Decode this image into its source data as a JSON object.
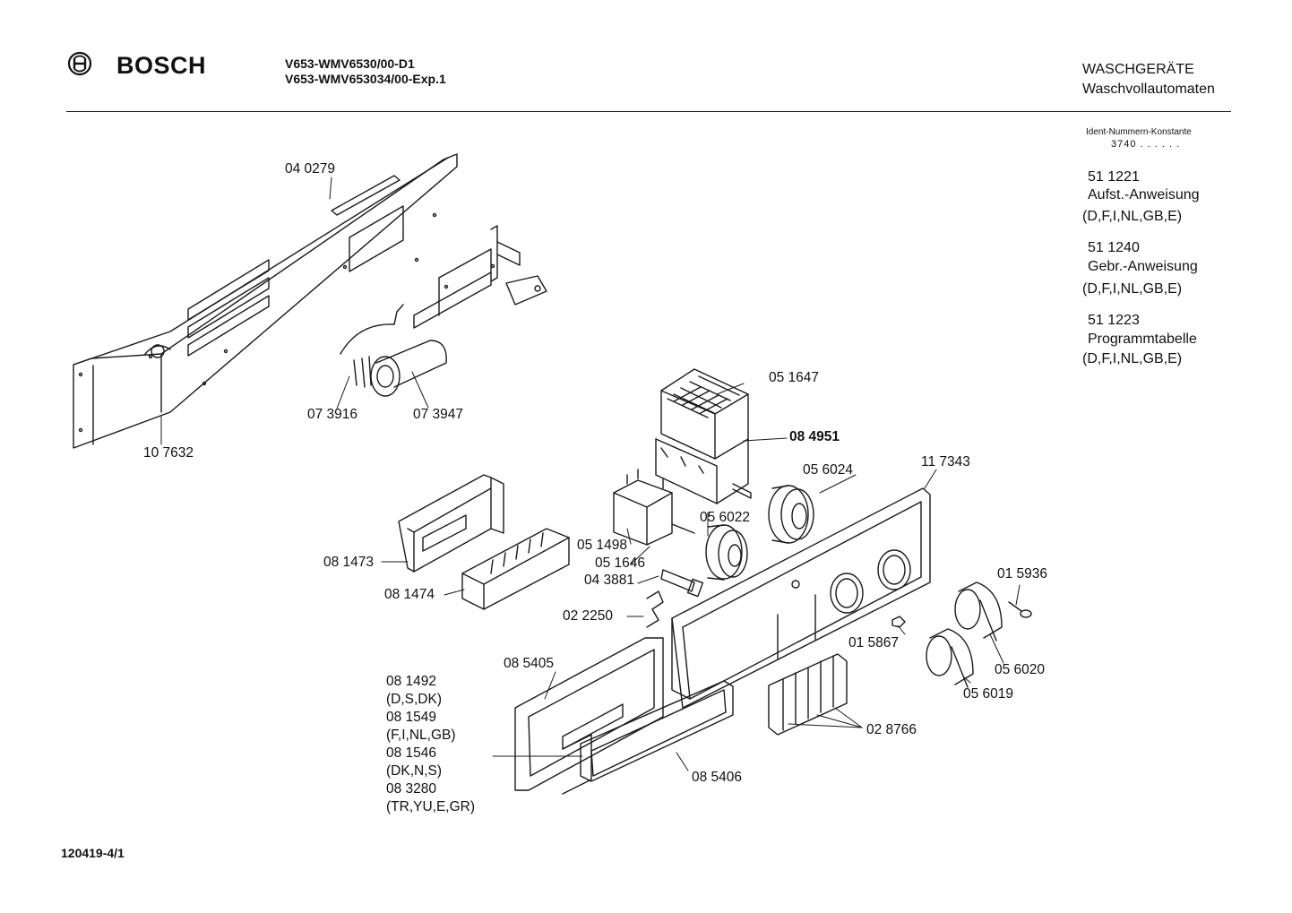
{
  "header": {
    "brand": "BOSCH",
    "model_lines": [
      "V653-WMV6530/00-D1",
      "V653-WMV653034/00-Exp.1"
    ],
    "category": "WASCHGERÄTE",
    "subcategory": "Waschvollautomaten"
  },
  "ident": {
    "title": "Ident-Nummern-Konstante",
    "value": "3740  . .  . . . ."
  },
  "documents": [
    {
      "number": "51 1221",
      "name": "Aufst.-Anweisung",
      "languages": "(D,F,I,NL,GB,E)"
    },
    {
      "number": "51 1240",
      "name": "Gebr.-Anweisung",
      "languages": "(D,F,I,NL,GB,E)"
    },
    {
      "number": "51 1223",
      "name": "Programmtabelle",
      "languages": "(D,F,I,NL,GB,E)"
    }
  ],
  "parts": {
    "p040279": "04 0279",
    "p107632": "10 7632",
    "p073916": "07 3916",
    "p073947": "07 3947",
    "p051647": "05 1647",
    "p084951": "08 4951",
    "p056024": "05 6024",
    "p117343": "11 7343",
    "p056022": "05 6022",
    "p051498": "05 1498",
    "p051646": "05 1646",
    "p043881": "04 3881",
    "p022250": "02 2250",
    "p081473": "08 1473",
    "p081474": "08 1474",
    "p015936": "01 5936",
    "p015867": "01 5867",
    "p056020": "05 6020",
    "p056019": "05 6019",
    "p085405": "08 5405",
    "p085406": "08 5406",
    "p028766": "02 8766"
  },
  "variants": [
    "08 1492",
    "(D,S,DK)",
    "08 1549",
    "(F,I,NL,GB)",
    "08 1546",
    "(DK,N,S)",
    "08 3280",
    "(TR,YU,E,GR)"
  ],
  "footer": "120419-4/1"
}
